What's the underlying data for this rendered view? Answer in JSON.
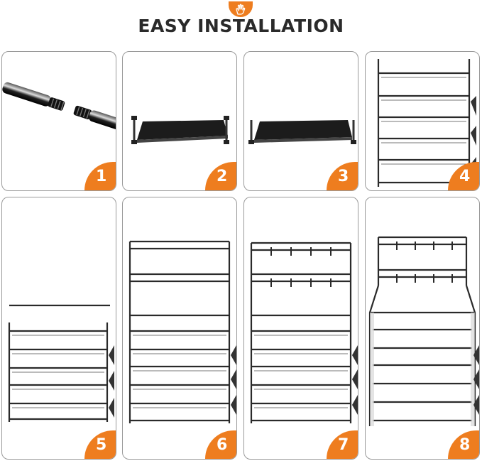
{
  "header": {
    "title": "EASY INSTALLATION",
    "badge_icon": "hand-icon",
    "accent_color": "#ee7d1f"
  },
  "steps": [
    {
      "number": "1",
      "depicts": "connecting-tubes"
    },
    {
      "number": "2",
      "depicts": "shelf-fabric"
    },
    {
      "number": "3",
      "depicts": "shelf-fabric"
    },
    {
      "number": "4",
      "depicts": "rack-with-side-pockets"
    },
    {
      "number": "5",
      "depicts": "rack-adding-top-bar"
    },
    {
      "number": "6",
      "depicts": "rack-with-upper-frame"
    },
    {
      "number": "7",
      "depicts": "rack-with-hooks"
    },
    {
      "number": "8",
      "depicts": "completed-rack-with-cover"
    }
  ]
}
